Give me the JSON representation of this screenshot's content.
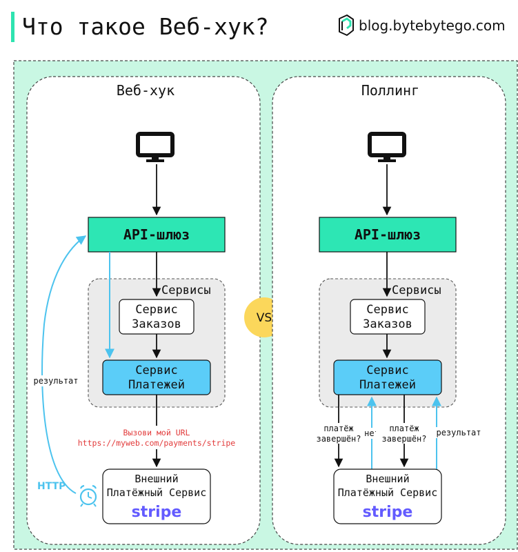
{
  "title": "Что такое Веб-хук?",
  "brand": "blog.bytebytego.com",
  "vs_label": "VS",
  "webhook": {
    "panel_title": "Веб-хук",
    "gateway": "API-шлюз",
    "services_label": "Сервисы",
    "order_service": [
      "Сервис",
      "Заказов"
    ],
    "payment_service": [
      "Сервис",
      "Платежей"
    ],
    "call_url": [
      "Вызови мой URL",
      "https://myweb.com/payments/stripe"
    ],
    "external_service": [
      "Внешний",
      "Платёжный Сервис"
    ],
    "stripe": "stripe",
    "http": "HTTP",
    "result": "результат"
  },
  "polling": {
    "panel_title": "Поллинг",
    "gateway": "API-шлюз",
    "services_label": "Сервисы",
    "order_service": [
      "Сервис",
      "Заказов"
    ],
    "payment_service": [
      "Сервис",
      "Платежей"
    ],
    "question1": [
      "платёж",
      "завершён?"
    ],
    "no": "нет",
    "question2": [
      "платёж",
      "завершён?"
    ],
    "result": "результат",
    "external_service": [
      "Внешний",
      "Платёжный Сервис"
    ],
    "stripe": "stripe"
  },
  "colors": {
    "accent_green": "#2ee3b0",
    "gateway_fill": "#2de6b4",
    "payment_fill": "#5bcdf8",
    "http_blue": "#4cc3ee",
    "frame_bg": "#c9f7e3",
    "group_bg": "#ebebeb",
    "vs_fill": "#fbd75b",
    "url_red": "#e23b3b",
    "stripe_purple": "#635bff"
  }
}
